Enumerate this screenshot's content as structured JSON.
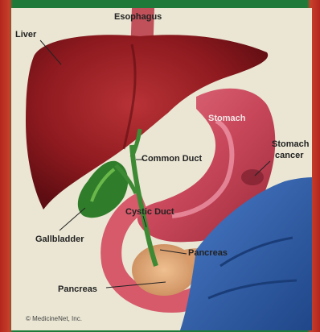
{
  "labels": {
    "esophagus": "Esophagus",
    "liver": "Liver",
    "stomach": "Stomach",
    "stomach_cancer_line1": "Stomach",
    "stomach_cancer_line2": "cancer",
    "common_duct": "Common Duct",
    "cystic_duct": "Cystic Duct",
    "gallbladder": "Gallbladder",
    "pancreas_tail": "Pancreas",
    "pancreas": "Pancreas"
  },
  "credit": "© MedicineNet, Inc.",
  "colors": {
    "liver": "#8e1a1f",
    "stomach": "#c8475a",
    "gallbladder": "#2f7d2a",
    "pancreas": "#e2a47a",
    "cloth": "#2d5aa8",
    "background": "#eae6d3"
  }
}
